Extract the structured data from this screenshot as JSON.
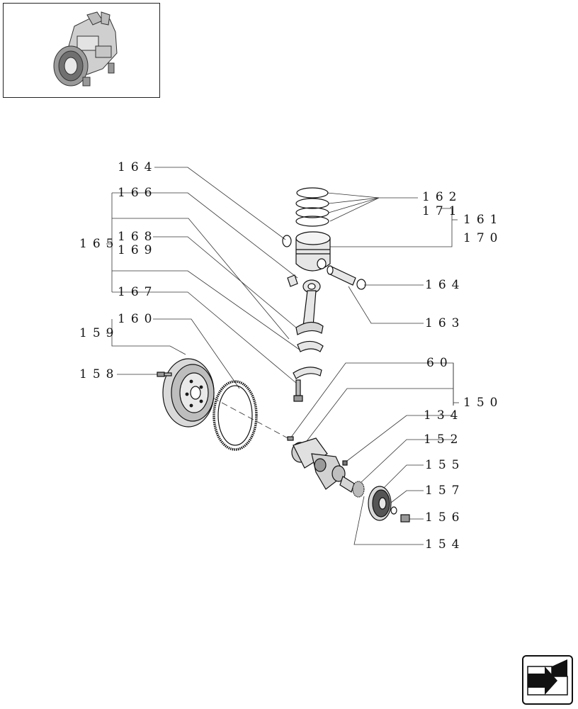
{
  "callouts": {
    "c164a": "164",
    "c166": "166",
    "c165": "165",
    "c168": "168",
    "c169": "169",
    "c167": "167",
    "c160": "160",
    "c159": "159",
    "c158": "158",
    "c162": "162",
    "c171": "171",
    "c161": "161",
    "c170": "170",
    "c164b": "164",
    "c163": "163",
    "c60": "60",
    "c150": "150",
    "c134": "134",
    "c152": "152",
    "c155": "155",
    "c157": "157",
    "c156": "156",
    "c154": "154"
  },
  "icons": {
    "thumbnail": "engine-thumbnail-icon",
    "navigation": "next-page-arrow-icon"
  },
  "colors": {
    "line": "#111111",
    "leader": "#555555",
    "part_fill": "#e6e6e6",
    "part_dark": "#333333"
  }
}
